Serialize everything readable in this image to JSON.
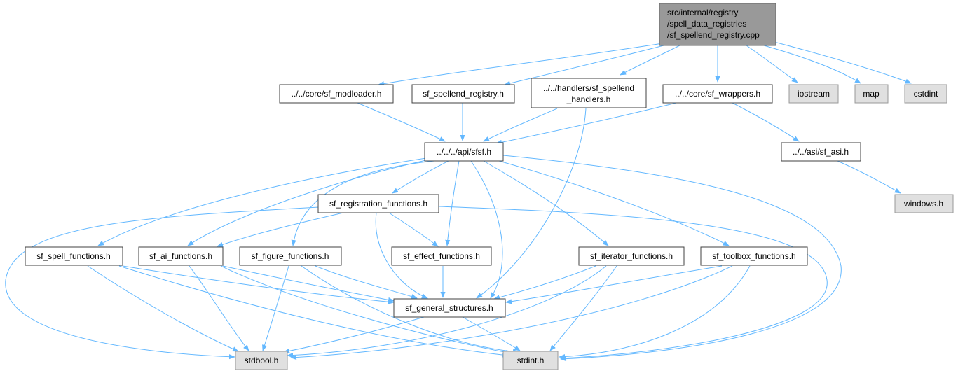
{
  "colors": {
    "edge": "#63b8ff",
    "node_border": "#404040",
    "external_fill": "#e0e0e0",
    "root_fill": "#999999"
  },
  "nodes": {
    "root": {
      "lines": [
        "src/internal/registry",
        "/spell_data_registries",
        "/sf_spellend_registry.cpp"
      ],
      "kind": "root"
    },
    "modloader": {
      "lines": [
        "../../core/sf_modloader.h"
      ],
      "kind": "normal"
    },
    "spellend_registry": {
      "lines": [
        "sf_spellend_registry.h"
      ],
      "kind": "normal"
    },
    "spellend_handlers": {
      "lines": [
        "../../handlers/sf_spellend",
        "_handlers.h"
      ],
      "kind": "normal"
    },
    "wrappers": {
      "lines": [
        "../../core/sf_wrappers.h"
      ],
      "kind": "normal"
    },
    "iostream": {
      "lines": [
        "iostream"
      ],
      "kind": "ext"
    },
    "map": {
      "lines": [
        "map"
      ],
      "kind": "ext"
    },
    "cstdint": {
      "lines": [
        "cstdint"
      ],
      "kind": "ext"
    },
    "sfsf": {
      "lines": [
        "../../../api/sfsf.h"
      ],
      "kind": "normal"
    },
    "asi": {
      "lines": [
        "../../asi/sf_asi.h"
      ],
      "kind": "normal"
    },
    "windows": {
      "lines": [
        "windows.h"
      ],
      "kind": "ext"
    },
    "registration": {
      "lines": [
        "sf_registration_functions.h"
      ],
      "kind": "normal"
    },
    "spell_fn": {
      "lines": [
        "sf_spell_functions.h"
      ],
      "kind": "normal"
    },
    "ai_fn": {
      "lines": [
        "sf_ai_functions.h"
      ],
      "kind": "normal"
    },
    "figure_fn": {
      "lines": [
        "sf_figure_functions.h"
      ],
      "kind": "normal"
    },
    "effect_fn": {
      "lines": [
        "sf_effect_functions.h"
      ],
      "kind": "normal"
    },
    "iterator_fn": {
      "lines": [
        "sf_iterator_functions.h"
      ],
      "kind": "normal"
    },
    "toolbox_fn": {
      "lines": [
        "sf_toolbox_functions.h"
      ],
      "kind": "normal"
    },
    "general": {
      "lines": [
        "sf_general_structures.h"
      ],
      "kind": "normal"
    },
    "stdbool": {
      "lines": [
        "stdbool.h"
      ],
      "kind": "ext"
    },
    "stdint": {
      "lines": [
        "stdint.h"
      ],
      "kind": "ext"
    }
  }
}
